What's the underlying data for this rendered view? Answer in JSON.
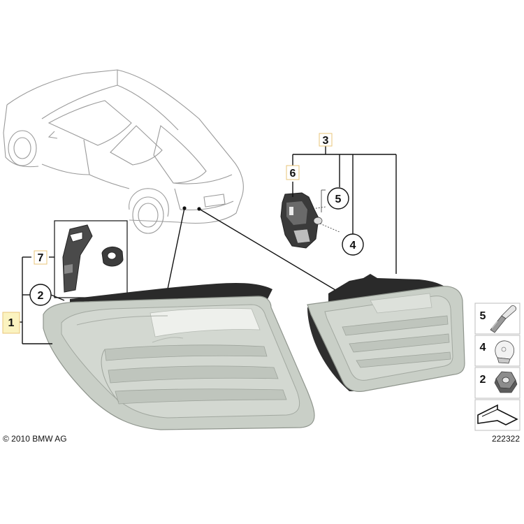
{
  "copyright": "© 2010 BMW AG",
  "diagram_id": "222322",
  "callouts": {
    "c1": "1",
    "c2": "2",
    "c3": "3",
    "c4": "4",
    "c5": "5",
    "c6": "6",
    "c7": "7"
  },
  "legend": [
    {
      "num": "5",
      "icon": "bulb-wedge-icon"
    },
    {
      "num": "4",
      "icon": "bulb-glass-wedge-icon"
    },
    {
      "num": "2",
      "icon": "hex-nut-icon"
    },
    {
      "num": "",
      "icon": "fastener-gasket-icon"
    }
  ],
  "colors": {
    "highlight": "#fbf3c0",
    "lamp_lens": "#c9cfc7",
    "lamp_housing": "#2a2a2a"
  }
}
